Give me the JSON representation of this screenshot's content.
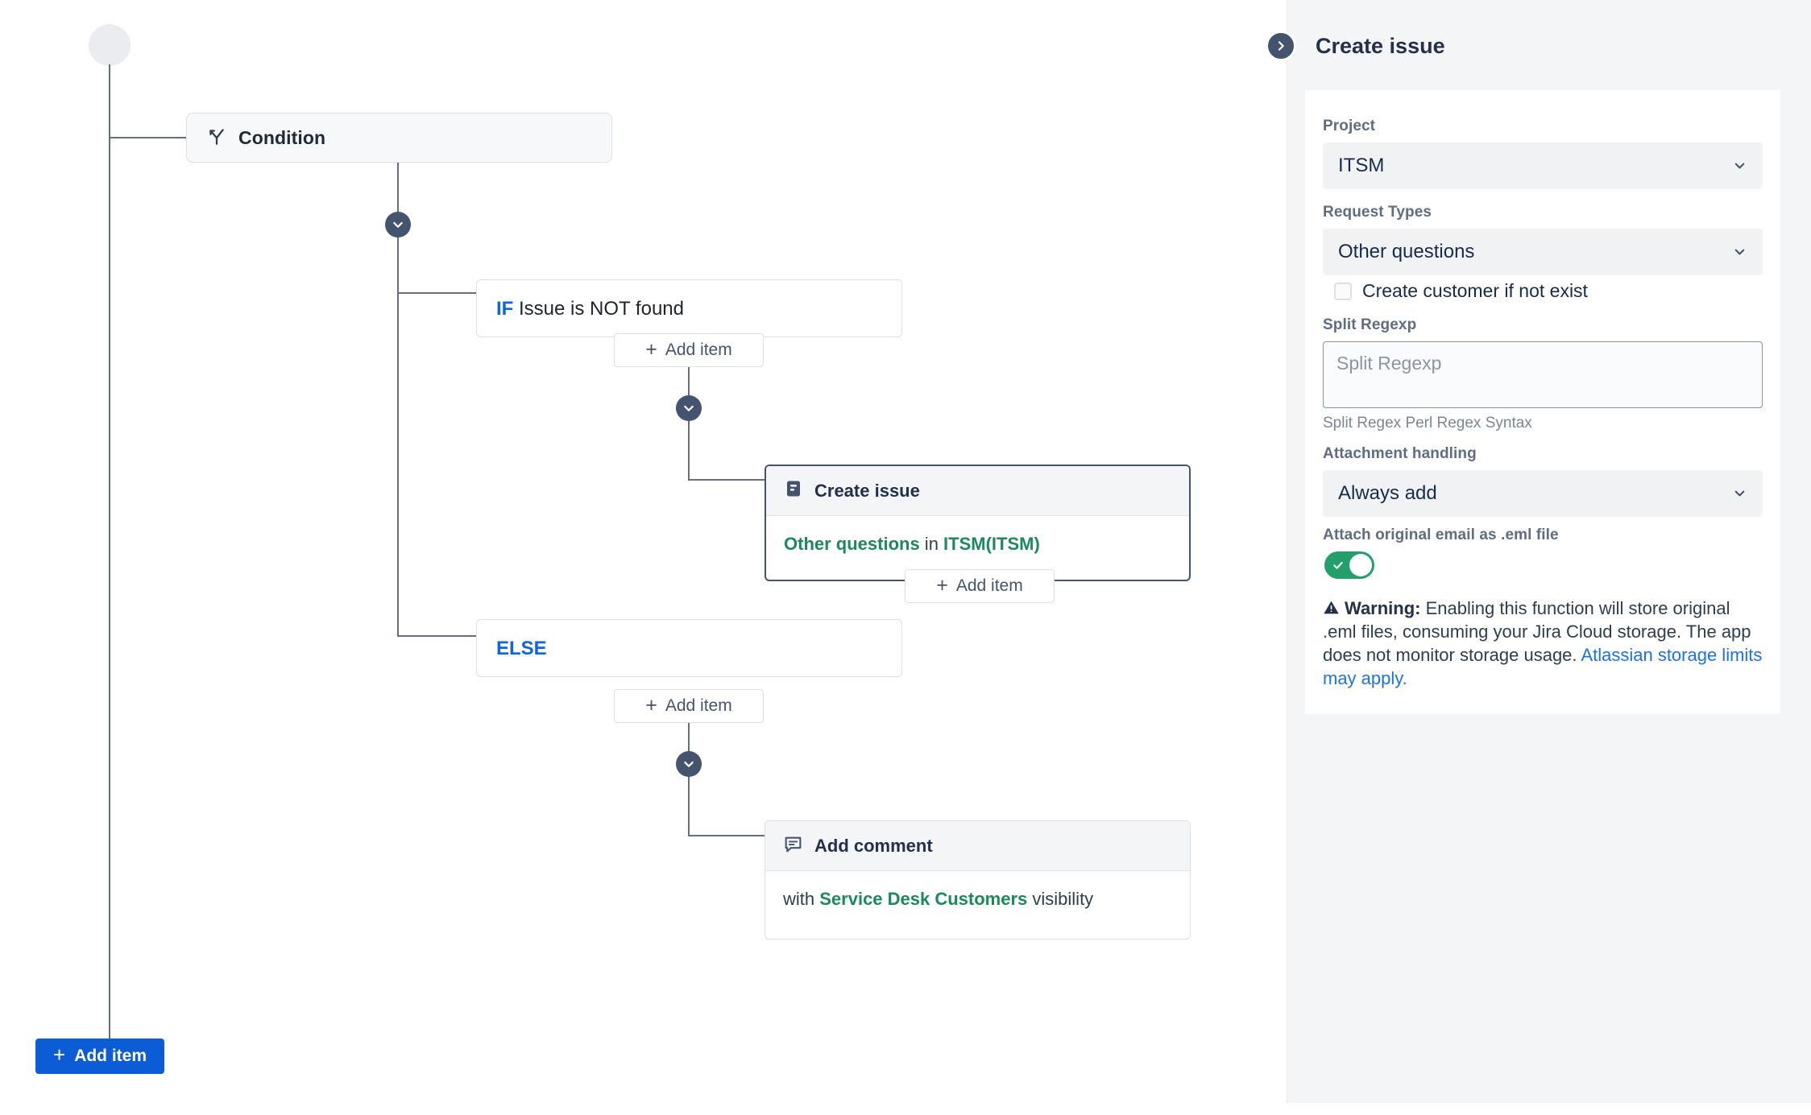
{
  "canvas": {
    "start_node_name": "start-node",
    "nodes": {
      "condition": {
        "title": "Condition",
        "icon": "branch-fork-icon"
      },
      "if_branch": {
        "keyword": "IF",
        "text": " Issue is NOT found",
        "add_item_label": "Add item"
      },
      "else_branch": {
        "keyword": "ELSE",
        "text": "",
        "add_item_label": "Add item"
      },
      "create_issue": {
        "title": "Create issue",
        "icon": "issue-card-icon",
        "summary_request_type": "Other questions",
        "summary_middle": " in ",
        "summary_project": "ITSM(ITSM)",
        "add_item_label": "Add item",
        "selected": true
      },
      "add_comment": {
        "title": "Add comment",
        "icon": "comment-icon",
        "summary_prefix": "with ",
        "summary_visibility": "Service Desk Customers",
        "summary_suffix": " visibility"
      }
    },
    "primary_button": {
      "label": "Add item",
      "plus": "+"
    }
  },
  "panel": {
    "title": "Create issue",
    "collapse_icon": "chevron-right-icon",
    "fields": {
      "project": {
        "label": "Project",
        "value": "ITSM"
      },
      "request_types": {
        "label": "Request Types",
        "value": "Other questions"
      },
      "create_customer": {
        "label": "Create customer if not exist",
        "checked": false
      },
      "split_regexp": {
        "label": "Split Regexp",
        "value": "",
        "placeholder": "Split Regexp",
        "help": "Split Regex Perl Regex Syntax"
      },
      "attachment_handling": {
        "label": "Attachment handling",
        "value": "Always add"
      },
      "attach_eml": {
        "label": "Attach original email as .eml file",
        "enabled": true
      }
    },
    "warning": {
      "icon": "warning-triangle-icon",
      "prefix": "Warning:",
      "text": " Enabling this function will store original .eml files, consuming your Jira Cloud storage. The app does not monitor storage usage. ",
      "link": "Atlassian storage limits may apply."
    }
  },
  "colors": {
    "primary_blue": "#0b5cd5",
    "accent_blue": "#0c66e4",
    "green": "#1b8a5a",
    "toggle_green": "#22a06b",
    "slate": "#44546f",
    "link_blue": "#1a73e8"
  }
}
